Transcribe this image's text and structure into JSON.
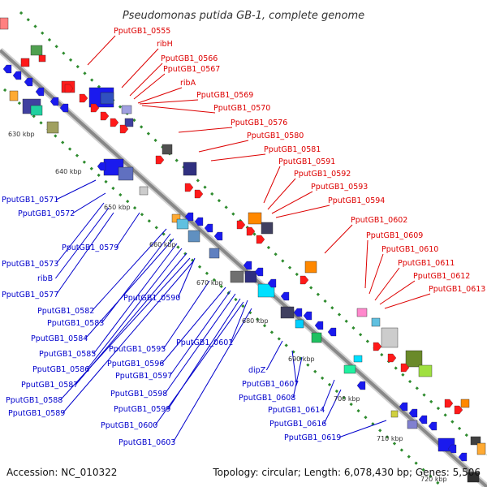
{
  "title": "Pseudomonas putida GB-1, complete genome",
  "footer": {
    "accession": "Accession: NC_010322",
    "summary": "Topology: circular; Length: 6,078,430 bp; Genes: 5,506"
  },
  "colors": {
    "forward_label": "#dd0000",
    "reverse_label": "#0000cc",
    "forward_gene": "#ff1a1a",
    "reverse_gene": "#1a1aee",
    "backbone": "#888888",
    "gc_dots": "#2e8b2e"
  },
  "ticks": [
    "630 kbp",
    "640 kbp",
    "650 kbp",
    "660 kbp",
    "670 kbp",
    "680 kbp",
    "690 kbp",
    "700 kbp",
    "710 kbp",
    "720 kbp"
  ],
  "forward_labels": [
    "PputGB1_0555",
    "ribH",
    "PputGB1_0566",
    "PputGB1_0567",
    "ribA",
    "PputGB1_0569",
    "PputGB1_0570",
    "PputGB1_0576",
    "PputGB1_0580",
    "PputGB1_0581",
    "PputGB1_0591",
    "PputGB1_0592",
    "PputGB1_0593",
    "PputGB1_0594",
    "PputGB1_0602",
    "PputGB1_0609",
    "PputGB1_0610",
    "PputGB1_0611",
    "PputGB1_0612",
    "PputGB1_0613"
  ],
  "reverse_labels": [
    "PputGB1_0571",
    "PputGB1_0572",
    "PputGB1_0579",
    "PputGB1_0573",
    "ribB",
    "PputGB1_0577",
    "PputGB1_0590",
    "PputGB1_0582",
    "PputGB1_0583",
    "PputGB1_0584",
    "PputGB1_0585",
    "PputGB1_0595",
    "PputGB1_0601",
    "PputGB1_0586",
    "PputGB1_0596",
    "PputGB1_0587",
    "PputGB1_0597",
    "dipZ",
    "PputGB1_0607",
    "PputGB1_0588",
    "PputGB1_0598",
    "PputGB1_0608",
    "PputGB1_0589",
    "PputGB1_0599",
    "PputGB1_0614",
    "PputGB1_0600",
    "PputGB1_0616",
    "PputGB1_0619",
    "PputGB1_0603"
  ]
}
